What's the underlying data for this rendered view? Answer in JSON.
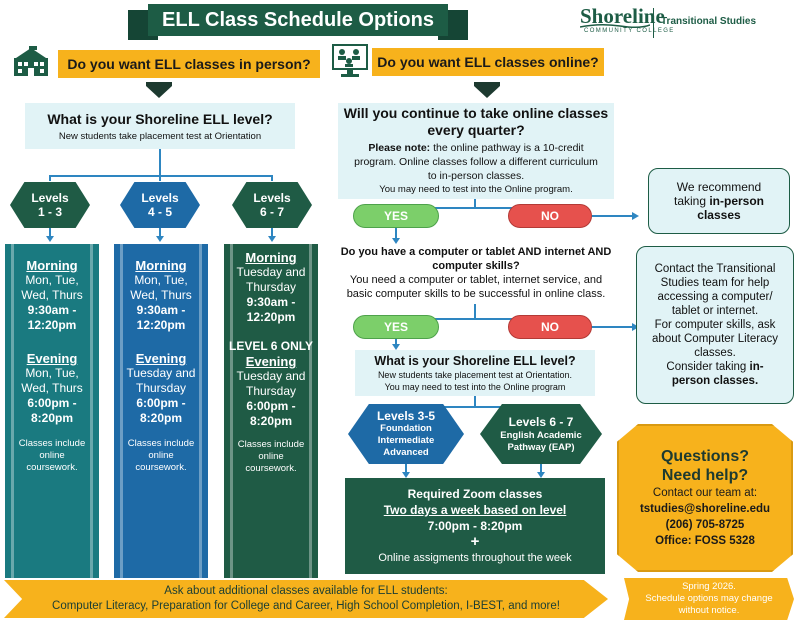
{
  "header": {
    "title": "ELL Class Schedule Options",
    "logo_name": "Shoreline",
    "logo_sub": "COMMUNITY COLLEGE",
    "department": "Transitional Studies"
  },
  "left": {
    "question": "Do you want ELL classes in person?",
    "level_title": "What is your Shoreline ELL level?",
    "level_note": "New students take placement test at Orientation",
    "levels": [
      {
        "line1": "Levels",
        "line2": "1 - 3"
      },
      {
        "line1": "Levels",
        "line2": "4 - 5"
      },
      {
        "line1": "Levels",
        "line2": "6 - 7"
      }
    ],
    "col1": {
      "morning": "Morning",
      "m_days1": "Mon, Tue,",
      "m_days2": "Wed, Thurs",
      "m_time1": "9:30am -",
      "m_time2": "12:20pm",
      "evening": "Evening",
      "e_days1": "Mon, Tue,",
      "e_days2": "Wed, Thurs",
      "e_time1": "6:00pm -",
      "e_time2": "8:20pm",
      "note1": "Classes include",
      "note2": "online",
      "note3": "coursework."
    },
    "col2": {
      "morning": "Morning",
      "m_days1": "Mon, Tue,",
      "m_days2": "Wed, Thurs",
      "m_time1": "9:30am -",
      "m_time2": "12:20pm",
      "evening": "Evening",
      "e_days1": "Tuesday and",
      "e_days2": "Thursday",
      "e_time1": "6:00pm -",
      "e_time2": "8:20pm",
      "note1": "Classes include",
      "note2": "online",
      "note3": "coursework."
    },
    "col3": {
      "morning": "Morning",
      "m_days1": "Tuesday and",
      "m_days2": "Thursday",
      "m_time1": "9:30am -",
      "m_time2": "12:20pm",
      "only": "LEVEL 6 ONLY",
      "evening": "Evening",
      "e_days1": "Tuesday and",
      "e_days2": "Thursday",
      "e_time1": "6:00pm -",
      "e_time2": "8:20pm",
      "note1": "Classes include",
      "note2": "online",
      "note3": "coursework."
    }
  },
  "right": {
    "question": "Do you want ELL classes online?",
    "q1_line1": "Will you continue to take online classes",
    "q1_line2": "every quarter?",
    "q1_note_bold": "Please note:",
    "q1_note_rest": " the online pathway is a 10-credit",
    "q1_note2": "program. Online classes follow a different curriculum",
    "q1_note3": "to in-person classes.",
    "q1_note4": "You may need to test into the Online program.",
    "yes": "YES",
    "no": "NO",
    "q2_line1": "Do you have a computer or tablet AND internet AND",
    "q2_line2": "computer skills?",
    "q2_line3": "You need a computer or tablet, internet service, and",
    "q2_line4": "basic computer skills to be successful in online class.",
    "q3_title": "What is your Shoreline ELL level?",
    "q3_note1": "New students take placement test at Orientation.",
    "q3_note2": "You may need to test into the Online program",
    "hex1": {
      "line1": "Levels 3-5",
      "line2": "Foundation",
      "line3": "Intermediate",
      "line4": "Advanced"
    },
    "hex2": {
      "line1": "Levels 6 - 7",
      "line2": "English Academic",
      "line3": "Pathway (EAP)"
    },
    "zoom_title": "Required Zoom classes",
    "zoom_days": "Two days a week based on level",
    "zoom_time": "7:00pm - 8:20pm",
    "zoom_plus": "+",
    "zoom_online": "Online assigments throughout the week"
  },
  "side": {
    "rec1": "We recommend",
    "rec2": "taking ",
    "rec_bold1": "in-person",
    "rec_bold2": "classes",
    "c1": "Contact the Transitional",
    "c2": "Studies team for help",
    "c3": "accessing a computer/",
    "c4": "tablet or internet.",
    "c5": "For computer skills, ask",
    "c6": "about Computer Literacy",
    "c7": "classes.",
    "c8": "Consider taking ",
    "c8b": "in-",
    "c9b": "person classes.",
    "help_title1": "Questions?",
    "help_title2": "Need help?",
    "help_contact": "Contact our team at:",
    "help_email": "tstudies@shoreline.edu",
    "help_phone": "(206) 705-8725",
    "help_office": "Office: FOSS 5328"
  },
  "footer": {
    "line1": "Ask about additional classes available for ELL students:",
    "line2": "Computer Literacy, Preparation for College and Career, High School Completion,  I-BEST, and more!",
    "note1": "Spring 2026.",
    "note2": "Schedule options may change",
    "note3": "without notice."
  },
  "colors": {
    "dark_green": "#1d5c45",
    "teal": "#1a7a80",
    "blue": "#1e6aa6",
    "yellow": "#f7b21c",
    "yes_green": "#7ccf6a",
    "no_red": "#e6514d",
    "pale_blue": "#e1f3f6"
  }
}
